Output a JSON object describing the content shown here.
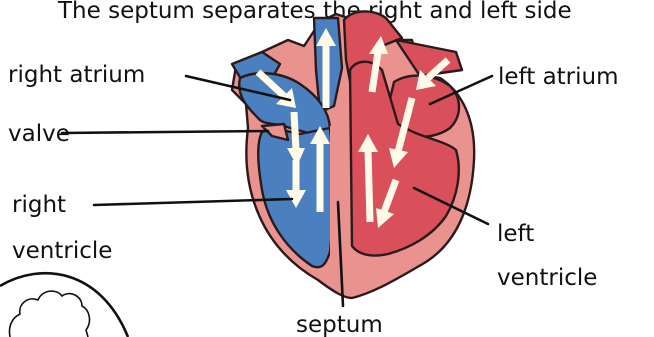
{
  "caption": "The septum separates the right and left side",
  "labels": {
    "right_atrium": "right atrium",
    "valve": "valve",
    "right_ventricle_line1": "right",
    "right_ventricle_line2": "ventricle",
    "septum": "septum",
    "left_atrium": "left atrium",
    "left_ventricle_line1": "left",
    "left_ventricle_line2": "ventricle"
  },
  "colors": {
    "deoxygenated": "#4a7fc0",
    "oxygenated": "#d9505a",
    "muscle": "#e9928e",
    "arrow": "#fffbe8"
  }
}
